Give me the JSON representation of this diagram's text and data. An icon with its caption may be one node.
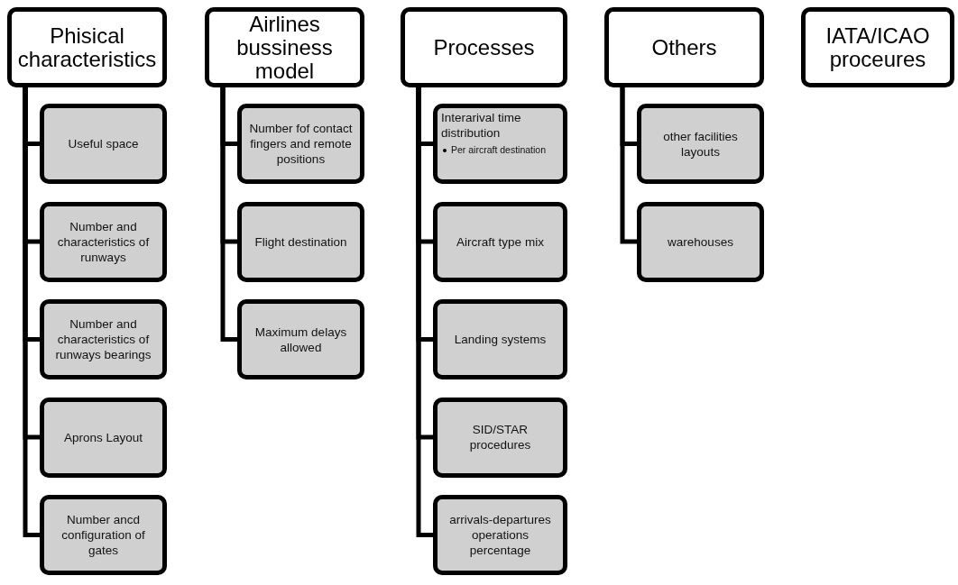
{
  "diagram": {
    "nodes": [
      {
        "text": [
          "Phisical characteristics"
        ]
      },
      {
        "text": [
          "Useful space"
        ]
      },
      {
        "text": [
          "Number and characteristics of runways"
        ]
      },
      {
        "text": [
          "Number and characteristics of runways bearings"
        ]
      },
      {
        "text": [
          "Aprons Layout"
        ]
      },
      {
        "text": [
          "Number ancd configuration of gates"
        ]
      },
      {
        "text": [
          "Airlines bussiness model"
        ]
      },
      {
        "text": [
          "Number fof contact fingers and remote positions"
        ]
      },
      {
        "text": [
          "Flight destination"
        ]
      },
      {
        "text": [
          "Maximum delays allowed"
        ]
      },
      {
        "text": [
          "Processes"
        ]
      },
      {
        "text": [
          "Interarival time distribution",
          "Per aircraft destination"
        ]
      },
      {
        "text": [
          "Aircraft type mix"
        ]
      },
      {
        "text": [
          "Landing systems"
        ]
      },
      {
        "text": [
          "SID/STAR procedures"
        ]
      },
      {
        "text": [
          "arrivals-departures operations percentage"
        ]
      },
      {
        "text": [
          "Others"
        ]
      },
      {
        "text": [
          "other facilities layouts"
        ]
      },
      {
        "text": [
          "warehouses"
        ]
      },
      {
        "text": [
          "IATA/ICAO proceures"
        ]
      }
    ],
    "edges": [
      {
        "from": 0,
        "to": 1,
        "arrow": "none"
      },
      {
        "from": 0,
        "to": 2,
        "arrow": "none"
      },
      {
        "from": 0,
        "to": 3,
        "arrow": "none"
      },
      {
        "from": 0,
        "to": 4,
        "arrow": "none"
      },
      {
        "from": 0,
        "to": 5,
        "arrow": "none"
      },
      {
        "from": 6,
        "to": 7,
        "arrow": "none"
      },
      {
        "from": 6,
        "to": 8,
        "arrow": "none"
      },
      {
        "from": 6,
        "to": 9,
        "arrow": "none"
      },
      {
        "from": 10,
        "to": 11,
        "arrow": "none"
      },
      {
        "from": 10,
        "to": 12,
        "arrow": "none"
      },
      {
        "from": 10,
        "to": 13,
        "arrow": "none"
      },
      {
        "from": 10,
        "to": 14,
        "arrow": "none"
      },
      {
        "from": 10,
        "to": 15,
        "arrow": "none"
      },
      {
        "from": 16,
        "to": 17,
        "arrow": "none"
      },
      {
        "from": 16,
        "to": 18,
        "arrow": "none"
      }
    ]
  }
}
